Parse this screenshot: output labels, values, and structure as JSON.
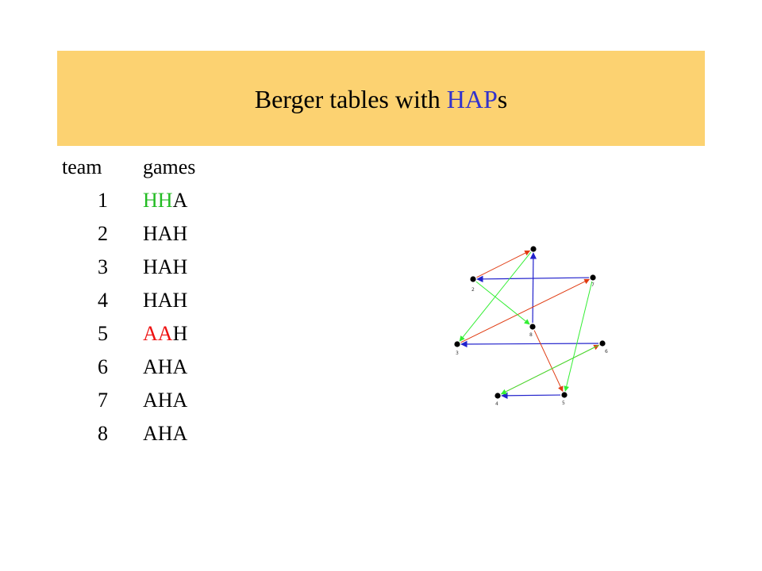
{
  "title": {
    "prefix": "Berger tables with ",
    "highlight": "HAP",
    "suffix": "s",
    "highlight_color": "#3333cc",
    "band_color": "#fcd271"
  },
  "table": {
    "headers": {
      "team": "team",
      "games": "games"
    },
    "rows": [
      {
        "team": "1",
        "segments": [
          {
            "text": "HH",
            "color": "green"
          },
          {
            "text": "A",
            "color": "black"
          }
        ]
      },
      {
        "team": "2",
        "segments": [
          {
            "text": "HAH",
            "color": "black"
          }
        ]
      },
      {
        "team": "3",
        "segments": [
          {
            "text": "HAH",
            "color": "black"
          }
        ]
      },
      {
        "team": "4",
        "segments": [
          {
            "text": "HAH",
            "color": "black"
          }
        ]
      },
      {
        "team": "5",
        "segments": [
          {
            "text": "AA",
            "color": "red"
          },
          {
            "text": "H",
            "color": "black"
          }
        ]
      },
      {
        "team": "6",
        "segments": [
          {
            "text": "AHA",
            "color": "black"
          }
        ]
      },
      {
        "team": "7",
        "segments": [
          {
            "text": "AHA",
            "color": "black"
          }
        ]
      },
      {
        "team": "8",
        "segments": [
          {
            "text": "AHA",
            "color": "black"
          }
        ]
      }
    ]
  },
  "diagram": {
    "colors": {
      "blue": "#2222cc",
      "red": "#e03a10",
      "green": "#33ee33",
      "node": "#000000"
    },
    "nodes": [
      {
        "id": "top",
        "label": ""
      },
      {
        "id": "n2",
        "label": "2"
      },
      {
        "id": "n7",
        "label": "7"
      },
      {
        "id": "n8",
        "label": "8"
      },
      {
        "id": "n3",
        "label": "3"
      },
      {
        "id": "n6",
        "label": "6"
      },
      {
        "id": "n4",
        "label": "4"
      },
      {
        "id": "n5",
        "label": "5"
      }
    ]
  }
}
